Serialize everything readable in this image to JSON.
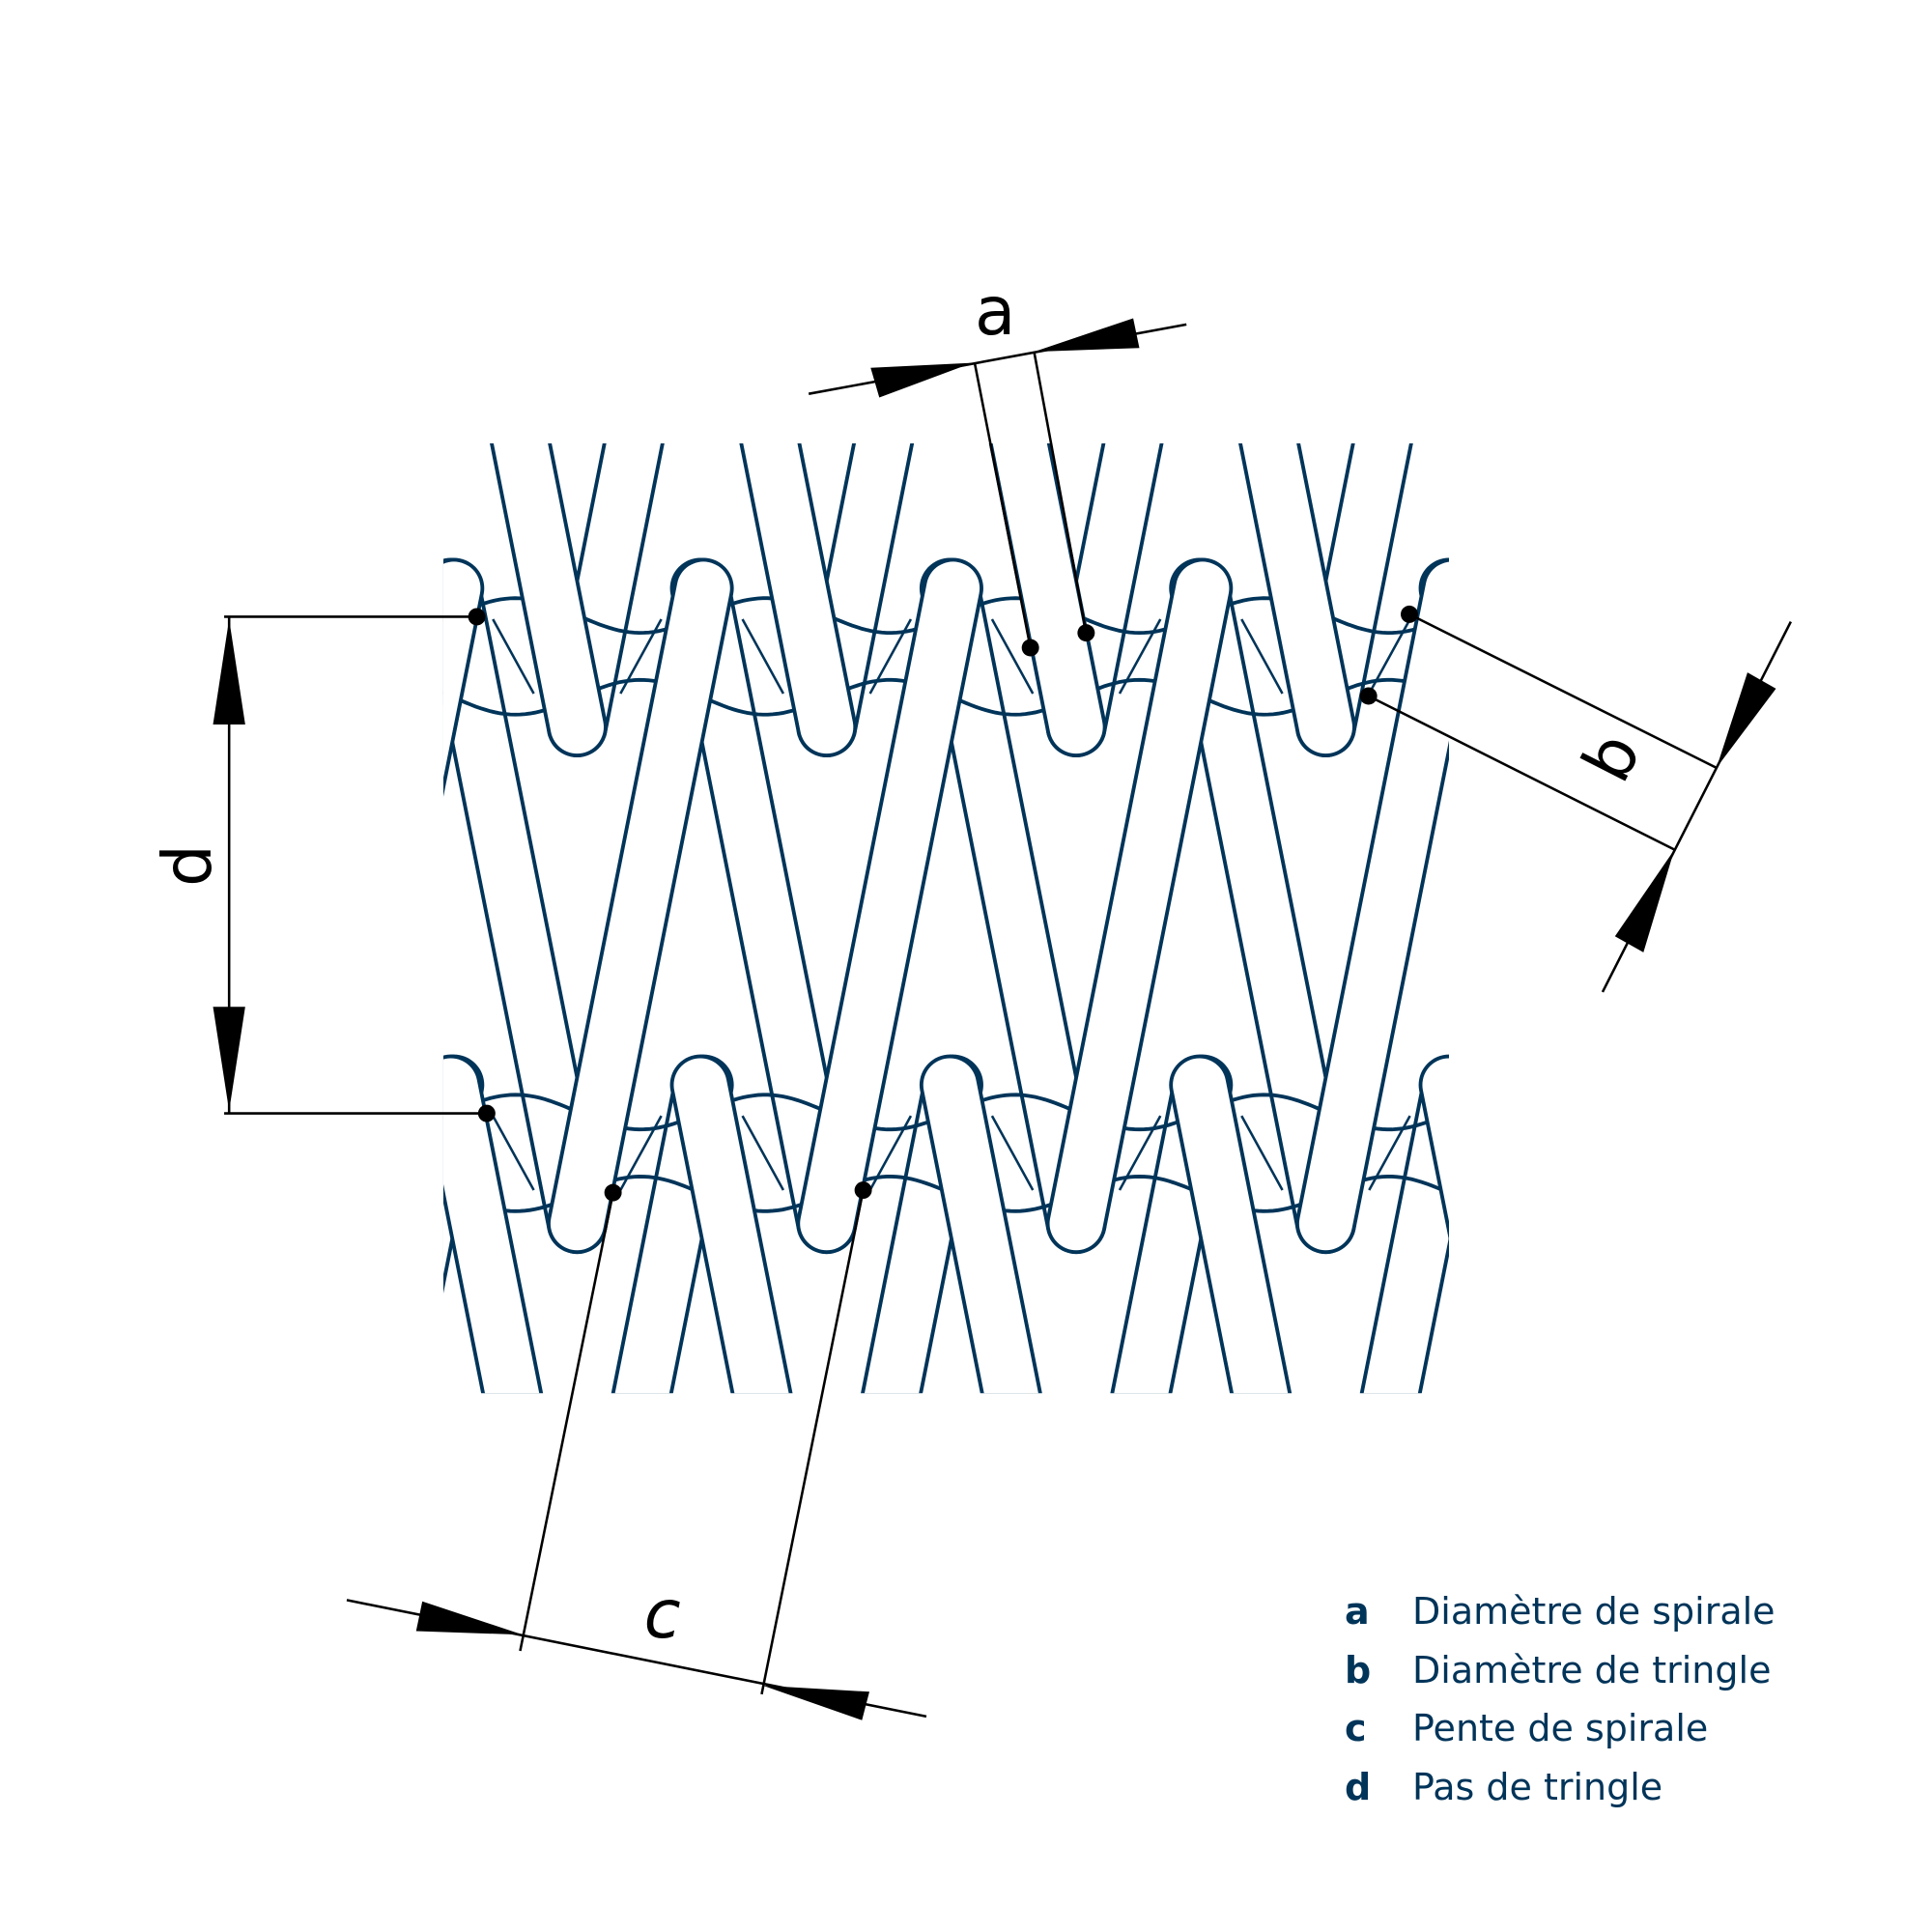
{
  "colors": {
    "mesh": "#003459",
    "dimension": "#000000",
    "background": "#ffffff"
  },
  "dimension_labels": {
    "a": "a",
    "b": "b",
    "c": "c",
    "d": "d"
  },
  "legend": [
    {
      "key": "a",
      "text": "Diamètre de spirale"
    },
    {
      "key": "b",
      "text": "Diamètre de tringle"
    },
    {
      "key": "c",
      "text": "Pente de spirale"
    },
    {
      "key": "d",
      "text": "Pas de tringle"
    }
  ]
}
